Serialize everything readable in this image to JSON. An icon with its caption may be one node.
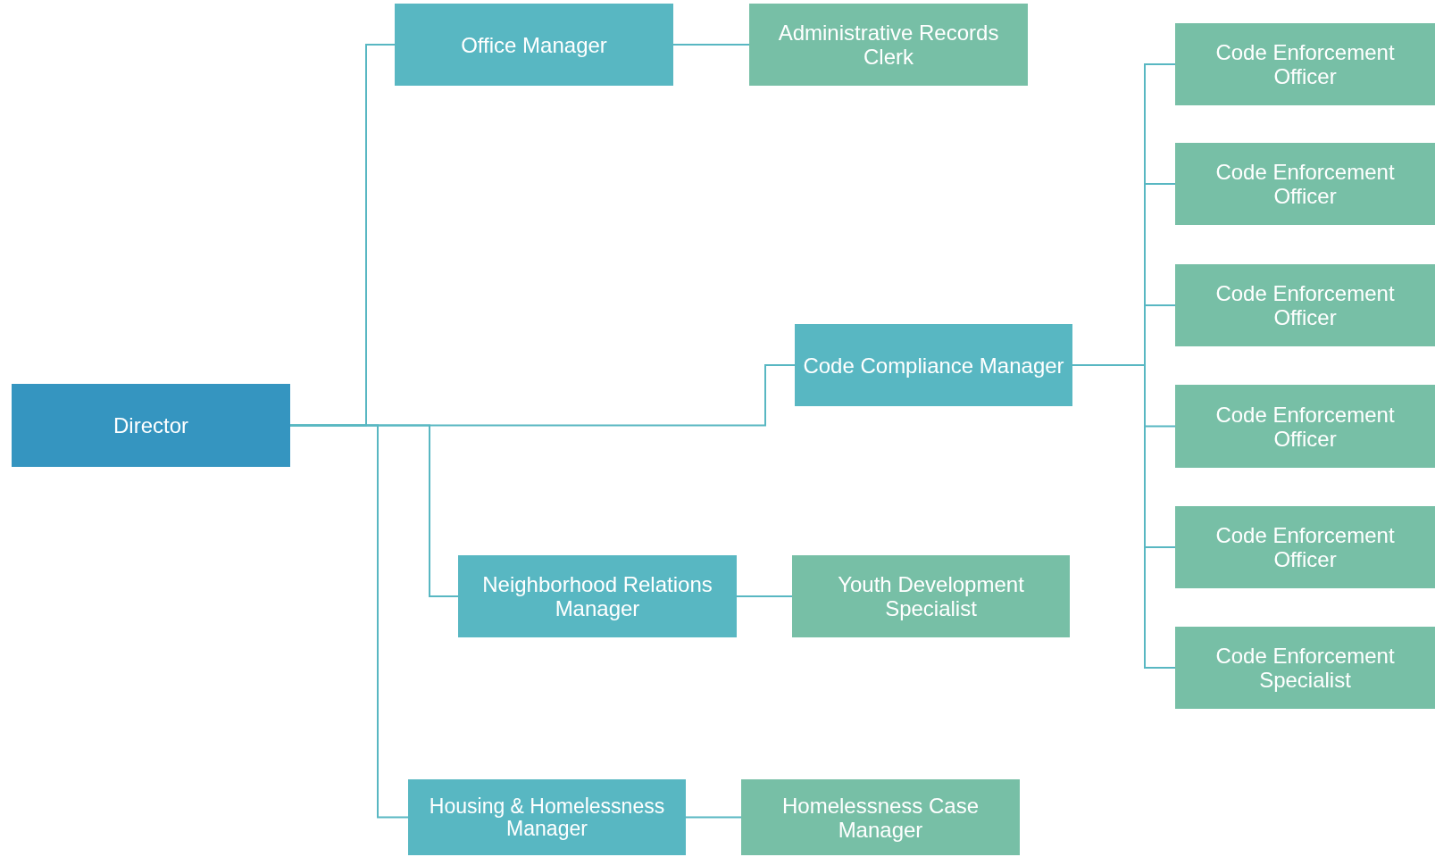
{
  "diagram": {
    "nodes": [
      {
        "text": [
          "Director"
        ]
      },
      {
        "text": [
          "Office Manager"
        ]
      },
      {
        "text": [
          "Administrative Records Clerk"
        ]
      },
      {
        "text": [
          "Code Compliance Manager"
        ]
      },
      {
        "text": [
          "Code Enforcement Officer"
        ]
      },
      {
        "text": [
          "Code Enforcement Officer"
        ]
      },
      {
        "text": [
          "Code Enforcement Officer"
        ]
      },
      {
        "text": [
          "Code Enforcement Officer"
        ]
      },
      {
        "text": [
          "Code Enforcement Officer"
        ]
      },
      {
        "text": [
          "Code Enforcement Specialist"
        ]
      },
      {
        "text": [
          "Neighborhood Relations Manager"
        ]
      },
      {
        "text": [
          "Youth Development Specialist"
        ]
      },
      {
        "text": [
          "Housing & Homelessness Manager"
        ]
      },
      {
        "text": [
          "Homelessness Case Manager"
        ]
      }
    ],
    "edges": [
      {
        "from": 0,
        "to": 1,
        "arrow": "none"
      },
      {
        "from": 0,
        "to": 3,
        "arrow": "none"
      },
      {
        "from": 0,
        "to": 10,
        "arrow": "none"
      },
      {
        "from": 0,
        "to": 12,
        "arrow": "none"
      },
      {
        "from": 1,
        "to": 2,
        "arrow": "none"
      },
      {
        "from": 3,
        "to": 4,
        "arrow": "none"
      },
      {
        "from": 3,
        "to": 5,
        "arrow": "none"
      },
      {
        "from": 3,
        "to": 6,
        "arrow": "none"
      },
      {
        "from": 3,
        "to": 7,
        "arrow": "none"
      },
      {
        "from": 3,
        "to": 8,
        "arrow": "none"
      },
      {
        "from": 3,
        "to": 9,
        "arrow": "none"
      },
      {
        "from": 10,
        "to": 11,
        "arrow": "none"
      },
      {
        "from": 12,
        "to": 13,
        "arrow": "none"
      }
    ]
  }
}
